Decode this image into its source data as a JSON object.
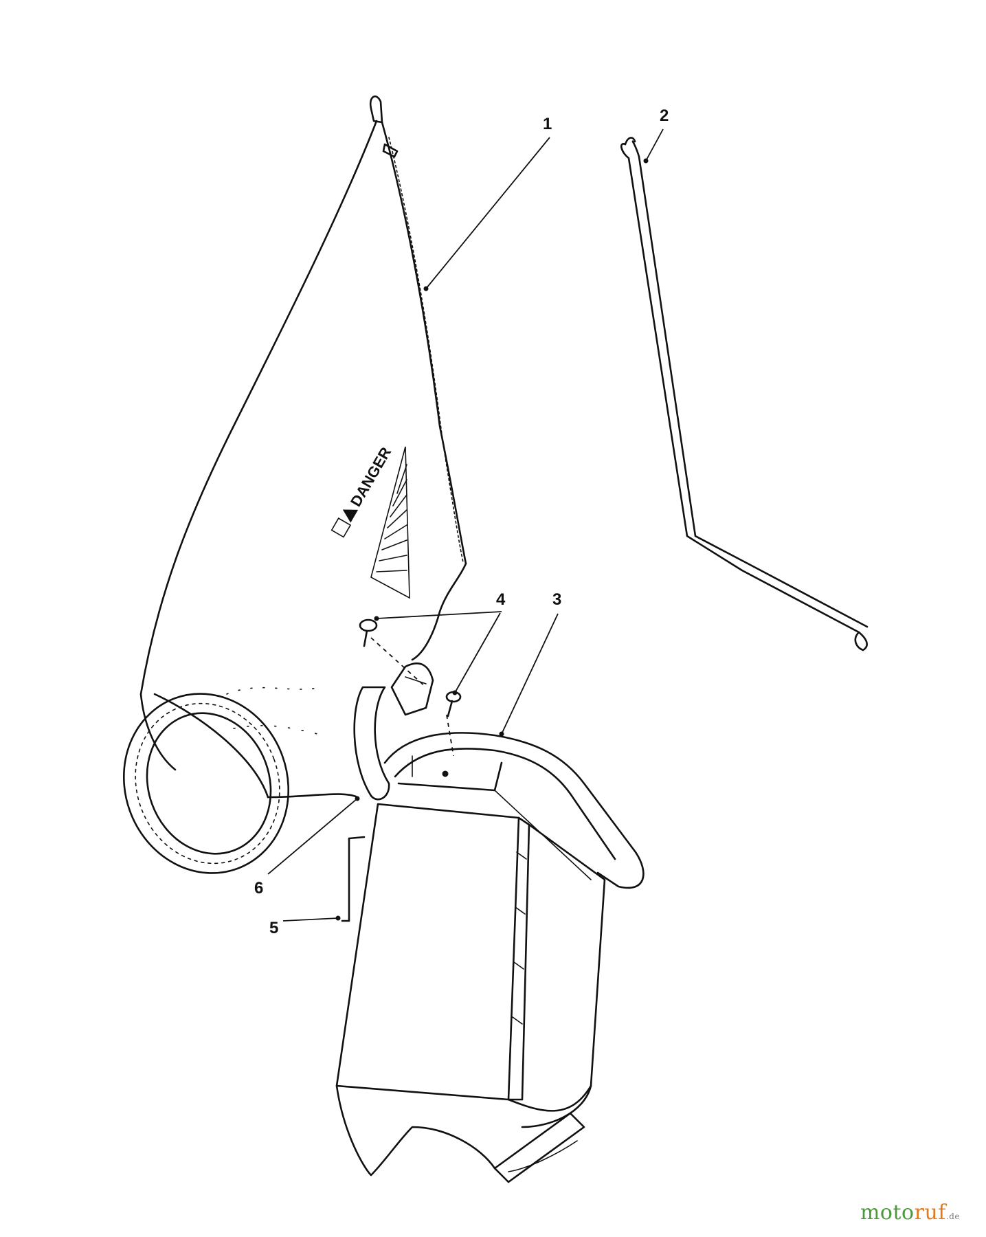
{
  "diagram": {
    "callouts": [
      {
        "id": "1",
        "label": "1"
      },
      {
        "id": "2",
        "label": "2"
      },
      {
        "id": "3",
        "label": "3"
      },
      {
        "id": "4",
        "label": "4"
      },
      {
        "id": "5",
        "label": "5"
      },
      {
        "id": "6",
        "label": "6"
      }
    ],
    "bag_label": "DANGER",
    "colors": {
      "ink": "#111111",
      "background": "#ffffff"
    }
  },
  "watermark": {
    "text_part1": "moto",
    "text_part2": "ruf",
    "suffix": ".de",
    "colors": {
      "part1": "#4a9a3c",
      "part2": "#e07a1f"
    }
  }
}
